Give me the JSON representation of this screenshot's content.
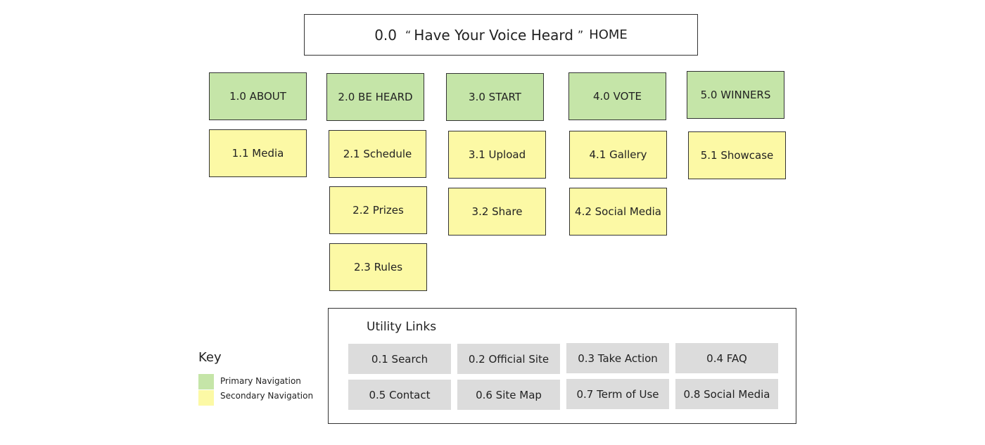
{
  "home": {
    "number": "0.0",
    "open_quote": "“",
    "title": "Have Your Voice Heard",
    "close_quote": "”",
    "suffix": "HOME"
  },
  "primary": [
    "1.0 ABOUT",
    "2.0 BE HEARD",
    "3.0 START",
    "4.0 VOTE",
    "5.0 WINNERS"
  ],
  "secondary": {
    "about": [
      "1.1 Media"
    ],
    "be_heard": [
      "2.1 Schedule",
      "2.2 Prizes",
      "2.3 Rules"
    ],
    "start": [
      "3.1 Upload",
      "3.2 Share"
    ],
    "vote": [
      "4.1 Gallery",
      "4.2 Social Media"
    ],
    "winners": [
      "5.1 Showcase"
    ]
  },
  "utility": {
    "title": "Utility Links",
    "links": [
      "0.1  Search",
      "0.2  Official Site",
      "0.3  Take Action",
      "0.4  FAQ",
      "0.5  Contact",
      "0.6  Site Map",
      "0.7  Term of Use",
      "0.8  Social Media"
    ]
  },
  "key": {
    "title": "Key",
    "primary_label": "Primary Navigation",
    "secondary_label": "Secondary Navigation"
  },
  "colors": {
    "primary": "#c5e5a8",
    "secondary": "#fcf9a5",
    "utility": "#dcdcdc"
  }
}
